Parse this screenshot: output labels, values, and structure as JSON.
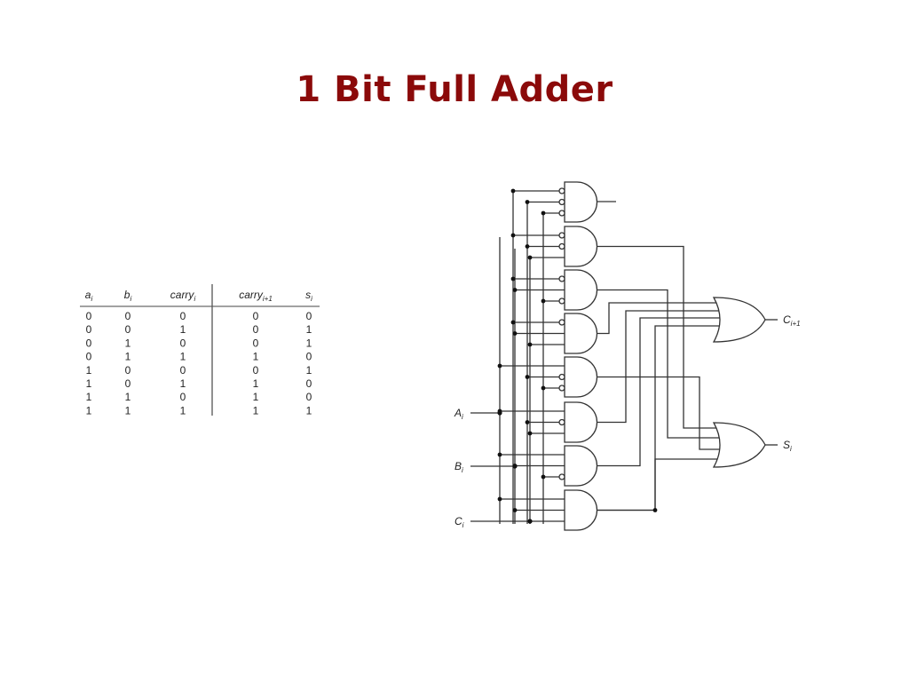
{
  "slide": {
    "title": "1 Bit Full Adder",
    "title_color": "#8b0a0a"
  },
  "truth_table": {
    "headers": [
      {
        "main": "a",
        "sub": "i"
      },
      {
        "main": "b",
        "sub": "i"
      },
      {
        "main": "carry",
        "sub": "i"
      },
      {
        "main": "carry",
        "sub": "i+1"
      },
      {
        "main": "s",
        "sub": "i"
      }
    ],
    "rows": [
      [
        "0",
        "0",
        "0",
        "0",
        "0"
      ],
      [
        "0",
        "0",
        "1",
        "0",
        "1"
      ],
      [
        "0",
        "1",
        "0",
        "0",
        "1"
      ],
      [
        "0",
        "1",
        "1",
        "1",
        "0"
      ],
      [
        "1",
        "0",
        "0",
        "0",
        "1"
      ],
      [
        "1",
        "0",
        "1",
        "1",
        "0"
      ],
      [
        "1",
        "1",
        "0",
        "1",
        "0"
      ],
      [
        "1",
        "1",
        "1",
        "1",
        "1"
      ]
    ]
  },
  "circuit": {
    "inputs": [
      {
        "main": "A",
        "sub": "i"
      },
      {
        "main": "B",
        "sub": "i"
      },
      {
        "main": "C",
        "sub": "i"
      }
    ],
    "outputs": [
      {
        "main": "C",
        "sub": "i+1"
      },
      {
        "main": "S",
        "sub": "i"
      }
    ],
    "and_gates": [
      {
        "inverted": [
          true,
          true,
          true
        ]
      },
      {
        "inverted": [
          true,
          true,
          false
        ]
      },
      {
        "inverted": [
          true,
          false,
          true
        ]
      },
      {
        "inverted": [
          true,
          false,
          false
        ]
      },
      {
        "inverted": [
          false,
          true,
          true
        ]
      },
      {
        "inverted": [
          false,
          true,
          false
        ]
      },
      {
        "inverted": [
          false,
          false,
          true
        ]
      },
      {
        "inverted": [
          false,
          false,
          false
        ]
      }
    ],
    "carry_or_inputs": [
      3,
      5,
      6,
      7
    ],
    "sum_or_inputs": [
      1,
      2,
      4,
      7
    ]
  }
}
